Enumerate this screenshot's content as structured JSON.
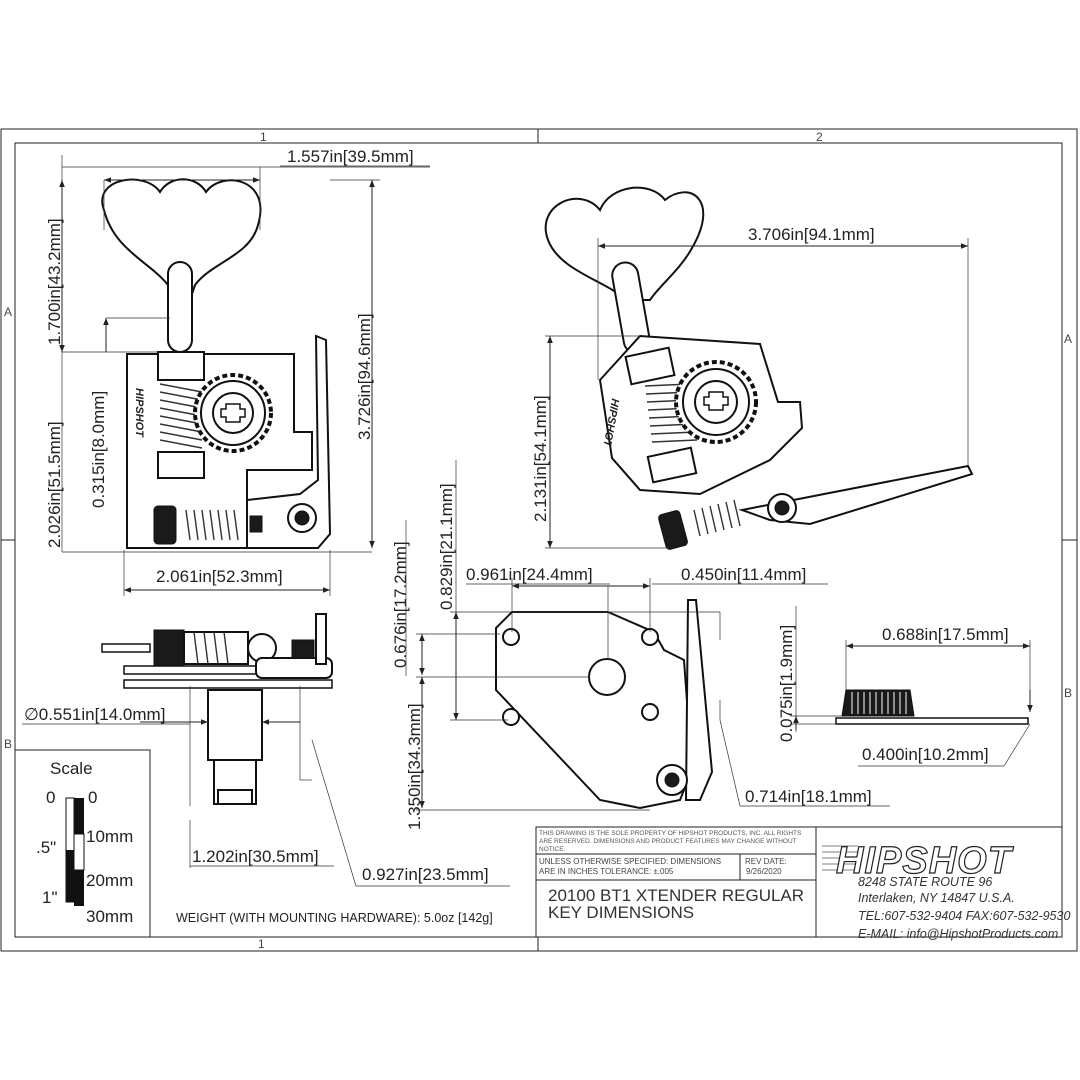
{
  "zone_labels": {
    "col1": "1",
    "col2": "2",
    "rowA": "A",
    "rowB": "B"
  },
  "dimensions": {
    "d1": "1.557in[39.5mm]",
    "d2": "1.700in[43.2mm]",
    "d3": "2.026in[51.5mm]",
    "d4": "0.315in[8.0mm]",
    "d5": "3.726in[94.6mm]",
    "d6": "2.061in[52.3mm]",
    "d7": "3.706in[94.1mm]",
    "d8": "2.131in[54.1mm]",
    "d9": "0.829in[21.1mm]",
    "d10": "0.961in[24.4mm]",
    "d11": "0.450in[11.4mm]",
    "d12": "0.676in[17.2mm]",
    "d13": "1.350in[34.3mm]",
    "d14": "0.714in[18.1mm]",
    "d15": "0.688in[17.5mm]",
    "d16": "0.075in[1.9mm]",
    "d17": "0.400in[10.2mm]",
    "d18": "∅0.551in[14.0mm]",
    "d19": "1.202in[30.5mm]",
    "d20": "0.927in[23.5mm]"
  },
  "brand_vertical": "HIPSHOT",
  "scale": {
    "title": "Scale",
    "left_labels": [
      "0",
      ".5\"",
      "1\""
    ],
    "right_labels": [
      "0",
      "10mm",
      "20mm",
      "30mm"
    ]
  },
  "weight": "WEIGHT (WITH MOUNTING HARDWARE): 5.0oz [142g]",
  "title_block": {
    "notice": [
      "THIS DRAWING IS THE SOLE PROPERTY OF HIPSHOT PRODUCTS, INC. ALL RIGHTS",
      "ARE RESERVED. DIMENSIONS AND PRODUCT FEATURES MAY CHANGE WITHOUT",
      "NOTICE."
    ],
    "spec": [
      "UNLESS OTHERWISE SPECIFIED: DIMENSIONS",
      "ARE IN INCHES TOLERANCE:  ±.005"
    ],
    "rev_label": "REV DATE:",
    "rev_date": "9/26/2020",
    "title_line1": "20100 BT1 XTENDER REGULAR",
    "title_line2": "KEY DIMENSIONS"
  },
  "company": {
    "logo": "HIPSHOT",
    "address1": "8248 STATE ROUTE 96",
    "address2": "Interlaken, NY 14847 U.S.A.",
    "phone": "TEL:607-532-9404 FAX:607-532-9530",
    "email": "E-MAIL: info@HipshotProducts.com"
  }
}
